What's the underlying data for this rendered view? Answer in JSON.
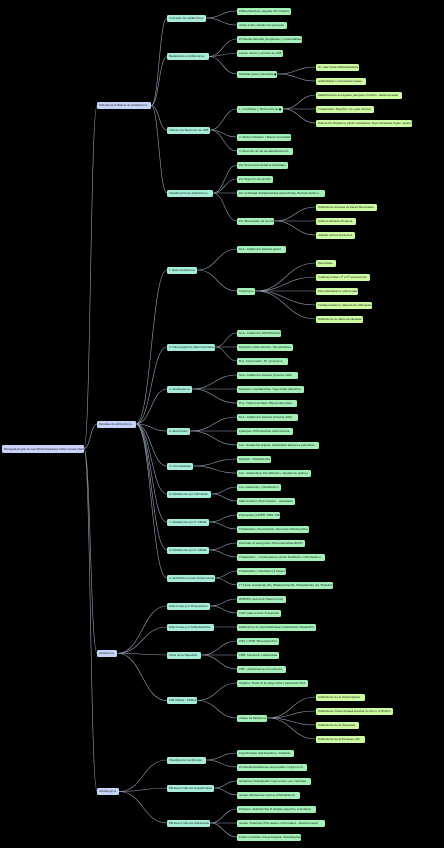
{
  "colors": {
    "background": "#000000",
    "line": "#9aa3b8",
    "level0": "#c8d2fb",
    "level1": "#c6d3f8",
    "level2": "#a6ecd9",
    "level3": "#a4f0b8",
    "level4": "#cdfba2",
    "level5": "#ddff9a"
  },
  "mindmap": {
    "label": "Fisiopatologia de las Enfermedades Infecciosas (Parte 1)",
    "children": [
      {
        "label": "Introducción Básica de Antibioticos",
        "children": [
          {
            "label": "Concepto de Antibioticos",
            "children": [
              {
                "label": "Inhibe/Destruye (agente microbiano)"
              },
              {
                "label": "Actúa sobre células del patógeno"
              }
            ]
          },
          {
            "label": "Resistencia a Antibioticos",
            "children": [
              {
                "label": "Problema mundial (hospitales y comunidades)"
              },
              {
                "label": "Causa: Abuso y errores de ATB"
              },
              {
                "label": "Medidas para contenerla ●",
                "children": [
                  {
                    "label": "No usar indiscriminadamente"
                  },
                  {
                    "label": "Administrar a bacteriales reales"
                  }
                ]
              }
            ]
          },
          {
            "label": "Criterio de Buen Uso de ATB",
            "children": [
              {
                "label": "1. Confirmar y Reducción de ●",
                "children": [
                  {
                    "label": "Identificación del agente patógeno (Cultivo, Antibiograma)"
                  },
                  {
                    "label": "Tratamiento Empírico (no guía clínica)"
                  },
                  {
                    "label": "Indicación Rápida (a partir resultados, fuga virulentas fugaz, sepsis)"
                  }
                ]
              },
              {
                "label": "2. Menor Ofensivo / Menor necesidad"
              },
              {
                "label": "3. Elección de vía de administración"
              }
            ]
          },
          {
            "label": "Clasificación de Antibióticos",
            "children": [
              {
                "label": "Por Estructura Química (Familias)"
              },
              {
                "label": "Por Espectro de Acción"
              },
              {
                "label": "Por Actividad Antibacteriana (bactericida, Bacteriostático)"
              },
              {
                "label": "Por Mecanismo de Acción",
                "children": [
                  {
                    "label": "Inhibidores Síntesis de Pared Bacteriana"
                  },
                  {
                    "label": "Inhiben Síntesis Proteica"
                  },
                  {
                    "label": "Alteran Ácidos Nucleicos"
                  }
                ]
              }
            ]
          }
        ]
      },
      {
        "label": "Familias de Antibióticos",
        "children": [
          {
            "label": "1. Beta-Lactámicos",
            "children": [
              {
                "label": "M.A.: Inhibición síntesis pared"
              },
              {
                "label": "Subgrupos",
                "children": [
                  {
                    "label": "Penicilinas"
                  },
                  {
                    "label": "Cefalosporinas (1ª a 5ª generación)"
                  },
                  {
                    "label": "Monobactámicos (Aztreonam)"
                  },
                  {
                    "label": "Carbapenémicos (Imipenem, Meropenem)"
                  },
                  {
                    "label": "Inhibidores de Beta-Lactamasas"
                  }
                ]
              }
            ]
          },
          {
            "label": "2. Glucopéptidos (Vancomicina/etc)",
            "children": [
              {
                "label": "M.A.: Inhibición PEPTIDOGLIC"
              },
              {
                "label": "Ejemplos (Vancomicina, Teicoplanina)"
              },
              {
                "label": "R.A.: Dolor-nefro, Ef. ototóxicos"
              }
            ]
          },
          {
            "label": "3. Aminoglucos",
            "children": [
              {
                "label": "M.A.: Inhibición síntesis proteica (30S)"
              },
              {
                "label": "Ejemplos: Gentamicina, Tigeciclina (Bactrim)"
              },
              {
                "label": "R.A.: Nefrotoxicidad, Hipoacusia (sino)"
              }
            ]
          },
          {
            "label": "4. Macrólidos",
            "children": [
              {
                "label": "M.A.: Inhibición síntesis proteica (50S)"
              },
              {
                "label": "Ejemplos: Eritromicina, Azitromicina"
              },
              {
                "label": "Uso: Neumonía atípica, Alternativa alérgicos penicilina"
              }
            ]
          },
          {
            "label": "5. Lincosamidas",
            "children": [
              {
                "label": "Ejemplo: Clindamicina"
              },
              {
                "label": "Uso: Anaerobios, Pie diabético, Anemia de (grave)"
              }
            ]
          },
          {
            "label": "6. Inhibidores por Nitroimid",
            "children": [
              {
                "label": "Uso (anaerobio y Helmintico)"
              },
              {
                "label": "Metronidazol (Nitrofurano) - Amebiasis"
              }
            ]
          },
          {
            "label": "7. Inhibidores por F. GRAM",
            "children": [
              {
                "label": "Polimyxina (LINER, TMS, TM)"
              },
              {
                "label": "Tratamiento (Nocardiosis, Lincoside Trimetoprim)"
              }
            ]
          },
          {
            "label": "8. Inhibidores por F. GRAM",
            "children": [
              {
                "label": "Efectúan (P. aerugiona, Enterobacterias BLEE)"
              },
              {
                "label": "Tratamiento - cotrimoxazole (Ácido Nalidixico, Nitrofurano)"
              }
            ]
          },
          {
            "label": "9. Antibióticos para Tuberculosis (TBC)",
            "children": [
              {
                "label": "Tratamiento combinado (4 meses)"
              },
              {
                "label": "1ª Línea: Isoniacida (H), Rifampicina (R), Pirazinamida (Z), Etambutol (E)"
              }
            ]
          }
        ]
      },
      {
        "label": "Antivíricos",
        "children": [
          {
            "label": "Infecciones por Herpesvirus",
            "children": [
              {
                "label": "HERPES (Aciclovir, Famciclovir)"
              },
              {
                "label": "CMV (Ganciclovir, Foscarnet)"
              }
            ]
          },
          {
            "label": "Infecciones por Influenzavirus",
            "children": [
              {
                "label": "Inhibidores de Neuraminidasa (Oseltamivir, Zanamivir)"
              }
            ]
          },
          {
            "label": "Virus de la Hepatitis",
            "children": [
              {
                "label": "VHA y VHB: Entecavir/otros"
              },
              {
                "label": "VHB: Tenofovir, Lamivudina"
              },
              {
                "label": "VHC: Antivirales acción directa"
              }
            ]
          },
          {
            "label": "VIH (SIDA) - TARGA",
            "children": [
              {
                "label": "Objetivo: Reducir la carga viral y aumentar CD4"
              },
              {
                "label": "Clases de Fármacos",
                "children": [
                  {
                    "label": "Inhibidores de la transcriptasa"
                  },
                  {
                    "label": "Inhibidores Transcriptasa Inversa No-Nucl. (ITINAN)"
                  },
                  {
                    "label": "Inhibidores de la Integrasa"
                  },
                  {
                    "label": "Inhibidores de la Proteasa (IP)"
                  }
                ]
              }
            ]
          }
        ]
      },
      {
        "label": "Antifúngicos",
        "children": [
          {
            "label": "Clasificación de Micosis",
            "children": [
              {
                "label": "Superficiales (Dermatofitos, Candida)"
              },
              {
                "label": "Profundas/Sistémicas (Aspergillus, Criptococo)"
              }
            ]
          },
          {
            "label": "Fármacos Micosis Superficiales",
            "children": [
              {
                "label": "Nistatina (Tratamiento tópico/oral, solo Candida)"
              },
              {
                "label": "Azoles (Imidazoles tópicos (Clotrimazol))"
              }
            ]
          },
          {
            "label": "Fármacos Micosis Sistémicas",
            "children": [
              {
                "label": "Polienos: Anfotericina B (amplio espectro, toxicidad)"
              },
              {
                "label": "Azoles: Triazoles (Fluconazol, Voriconazol - interacciones)"
              },
              {
                "label": "Equinocandinas (Caspofungina, Micafungina)"
              }
            ]
          }
        ]
      }
    ]
  }
}
